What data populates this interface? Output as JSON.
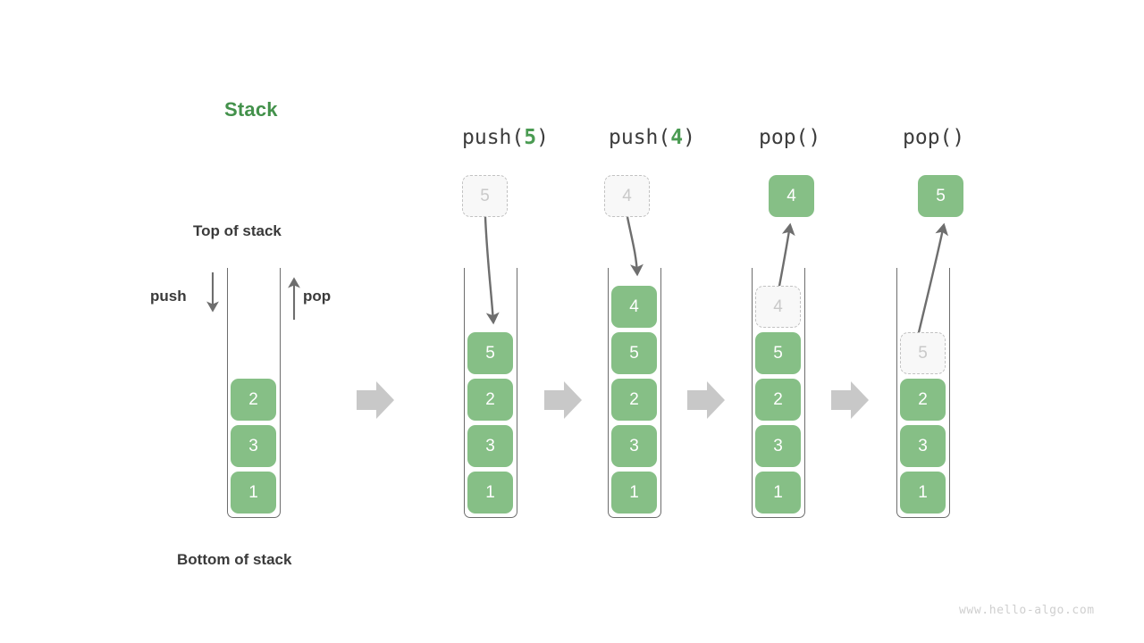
{
  "title": {
    "text": "Stack",
    "color": "#43914b"
  },
  "labels": {
    "top_of_stack": "Top of stack",
    "bottom_of_stack": "Bottom of stack",
    "push": "push",
    "pop": "pop"
  },
  "watermark": "www.hello-algo.com",
  "colors": {
    "filled_box": "#86bf86",
    "ghost_fill": "#f8f8f8",
    "ghost_border": "#c2c2c2",
    "ghost_text": "#c9c9c9",
    "frame_line": "#6d6d6d",
    "flow_arrow": "#c8c8c8",
    "motion_arrow": "#6e6e6e",
    "title_green": "#43914b",
    "accent_green": "#4a9b52",
    "label_text": "#3a3a3a"
  },
  "steps": [
    {
      "name": "initial",
      "header": null,
      "stack": [
        "2",
        "3",
        "1"
      ],
      "ghost_outside": null,
      "ghost_inside": null,
      "popped_box": null
    },
    {
      "name": "push-5",
      "header": {
        "fn": "push(",
        "arg": "5",
        "close": ")"
      },
      "stack": [
        "5",
        "2",
        "3",
        "1"
      ],
      "ghost_outside": "5",
      "ghost_inside": null,
      "popped_box": null
    },
    {
      "name": "push-4",
      "header": {
        "fn": "push(",
        "arg": "4",
        "close": ")"
      },
      "stack": [
        "4",
        "5",
        "2",
        "3",
        "1"
      ],
      "ghost_outside": "4",
      "ghost_inside": null,
      "popped_box": null
    },
    {
      "name": "pop-1",
      "header": {
        "fn": "pop(",
        "arg": "",
        "close": ")"
      },
      "stack": [
        "5",
        "2",
        "3",
        "1"
      ],
      "ghost_outside": null,
      "ghost_inside": "4",
      "popped_box": "4"
    },
    {
      "name": "pop-2",
      "header": {
        "fn": "pop(",
        "arg": "",
        "close": ")"
      },
      "stack": [
        "2",
        "3",
        "1"
      ],
      "ghost_outside": null,
      "ghost_inside": "5",
      "popped_box": "5"
    }
  ],
  "cells": {
    "col0": [
      "2",
      "3",
      "1"
    ],
    "col1_ghost": "5",
    "col1": [
      "5",
      "2",
      "3",
      "1"
    ],
    "col2_ghost": "4",
    "col2": [
      "4",
      "5",
      "2",
      "3",
      "1"
    ],
    "col3_popped": "4",
    "col3_ghost": "4",
    "col3": [
      "5",
      "2",
      "3",
      "1"
    ],
    "col4_popped": "5",
    "col4_ghost": "5",
    "col4": [
      "2",
      "3",
      "1"
    ]
  },
  "headers": {
    "h1_fn": "push(",
    "h1_arg": "5",
    "h1_close": ")",
    "h2_fn": "push(",
    "h2_arg": "4",
    "h2_close": ")",
    "h3_fn": "pop(",
    "h3_arg": "",
    "h3_close": ")",
    "h4_fn": "pop(",
    "h4_arg": "",
    "h4_close": ")"
  }
}
